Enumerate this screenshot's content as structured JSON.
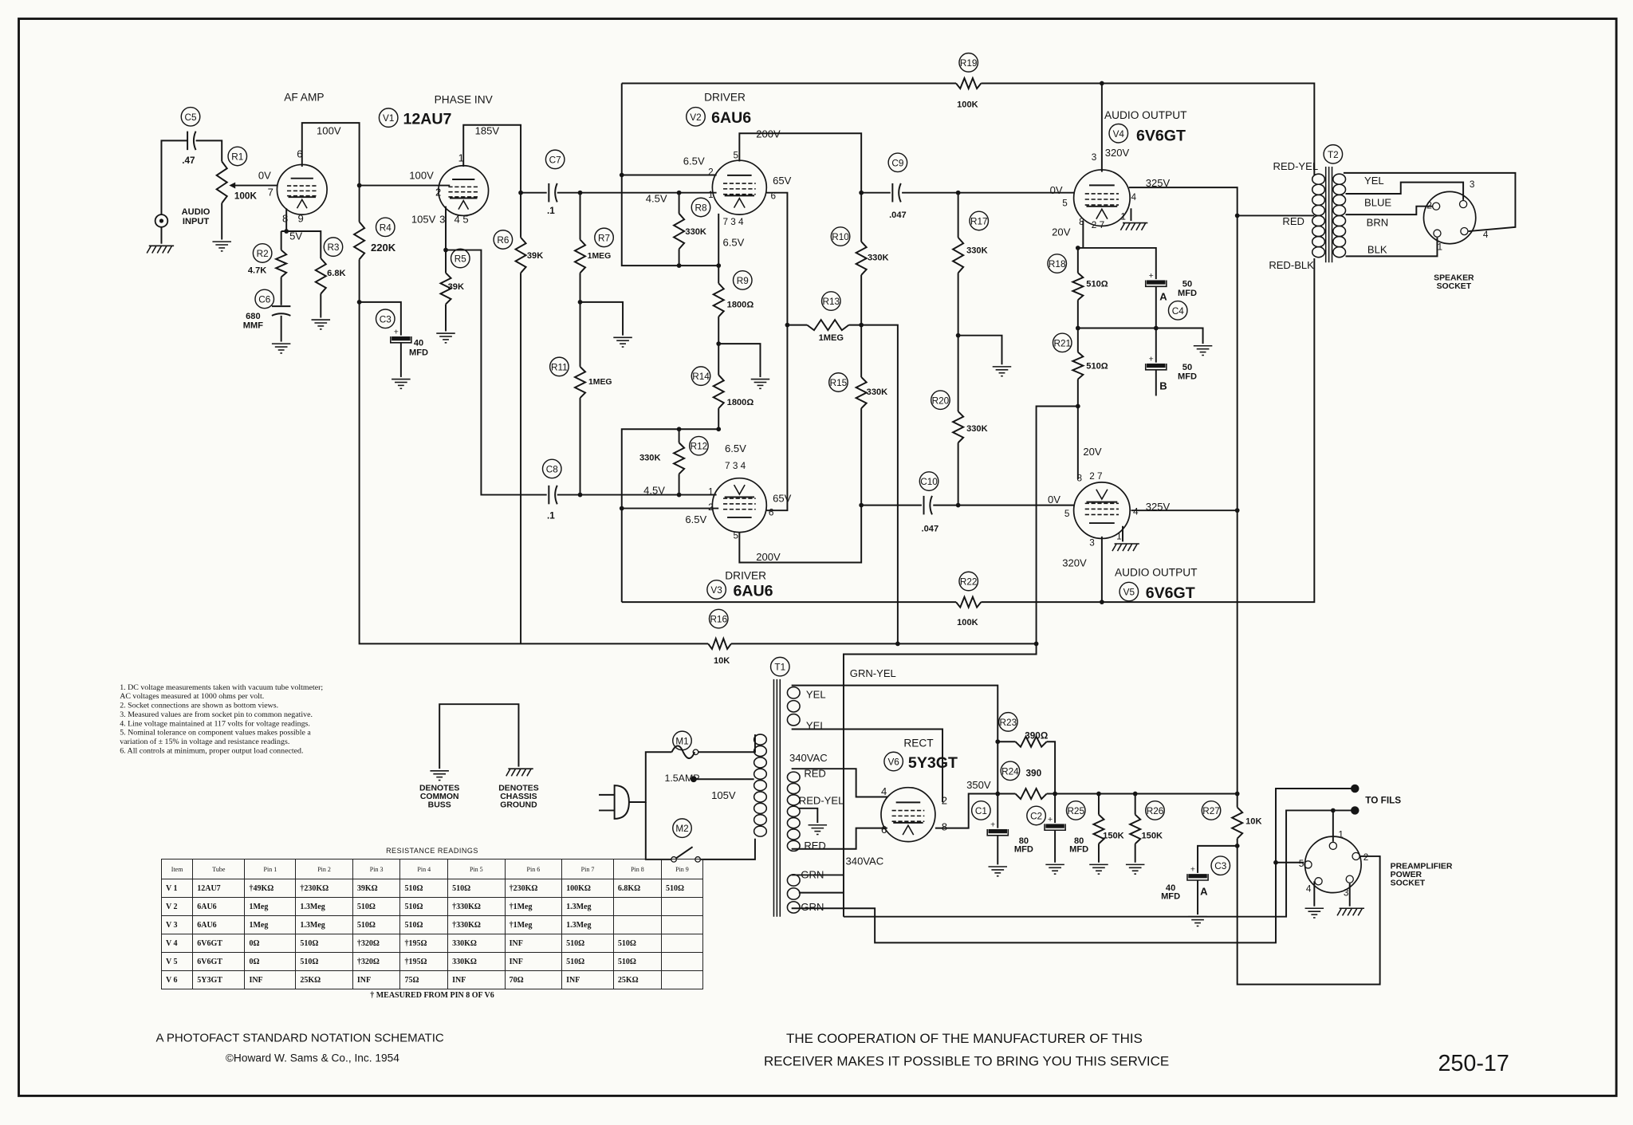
{
  "designators": {
    "C5": "C5",
    "R1": "R1",
    "R2": "R2",
    "R3": "R3",
    "C6": "C6",
    "R4": "R4",
    "C3": "C3",
    "R5": "R5",
    "R6": "R6",
    "C7": "C7",
    "R7": "R7",
    "R8": "R8",
    "R9": "R9",
    "R10": "R10",
    "R11": "R11",
    "R13": "R13",
    "R14": "R14",
    "R15": "R15",
    "R12": "R12",
    "C8": "C8",
    "R19": "R19",
    "C9": "C9",
    "R17": "R17",
    "R18": "R18",
    "C4": "C4",
    "R21": "R21",
    "R20": "R20",
    "C10": "C10",
    "R22": "R22",
    "R16": "R16",
    "T2": "T2",
    "T1": "T1",
    "M1": "M1",
    "M2": "M2",
    "R23": "R23",
    "R24": "R24",
    "C1": "C1",
    "C2": "C2",
    "R25": "R25",
    "R26": "R26",
    "R27": "R27",
    "C3b": "C3",
    "V1": "V1",
    "V2": "V2",
    "V3": "V3",
    "V4": "V4",
    "V5": "V5",
    "V6": "V6"
  },
  "labels": {
    "af_amp": "AF AMP",
    "phase_inv": "PHASE INV",
    "v1_type": "12AU7",
    "driver_top": "DRIVER",
    "v2_type": "6AU6",
    "audio_output_top": "AUDIO OUTPUT",
    "v4_type": "6V6GT",
    "driver_bottom": "DRIVER",
    "v3_type": "6AU6",
    "audio_output_bottom": "AUDIO OUTPUT",
    "v5_type": "6V6GT",
    "rect": "RECT",
    "v6_type": "5Y3GT",
    "c5_val": ".47",
    "r1_val": "100K",
    "audio": "AUDIO",
    "input": "INPUT",
    "v1a_grid": "0V",
    "v1a_plate": "100V",
    "v1a_cath": "5V",
    "r2_val": "4.7K",
    "r3_val": "6.8K",
    "c6_val1": "680",
    "c6_val2": "MMF",
    "r4_val": "220K",
    "c3_val1": "40",
    "c3_val2": "MFD",
    "v1b_grid": "100V",
    "v1b_plate": "185V",
    "v1b_cath": "105V",
    "r5_val": "39K",
    "r6_val": "39K",
    "c7_val": ".1",
    "r7_val": "1MEG",
    "r11_val": "1MEG",
    "c8_val": ".1",
    "v2_g2": "6.5V",
    "v2_g1": "4.5V",
    "r8_val": "330K",
    "v2_plate": "65V",
    "v2_cath": "6.5V",
    "v2_screen": "200V",
    "r9_val": "1800Ω",
    "r10_val": "330K",
    "r13_val": "1MEG",
    "r15_val": "330K",
    "r14_val": "1800Ω",
    "r12_val": "330K",
    "v3_cath": "6.5V",
    "v3_g1": "4.5V",
    "v3_plate": "65V",
    "v3_g2": "6.5V",
    "v3_screen": "200V",
    "r19_val": "100K",
    "c9_val": ".047",
    "r17_val": "330K",
    "r20_val": "330K",
    "c10_val": ".047",
    "r22_val": "100K",
    "r16_val": "10K",
    "v4_plate": "320V",
    "v4_grid": "0V",
    "v4_screen": "325V",
    "v4_cath": "20V",
    "r18_val": "510Ω",
    "c4a_val1": "50",
    "c4a_val2": "MFD",
    "c4a_sec": "A",
    "r21_val": "510Ω",
    "c4b_val1": "50",
    "c4b_val2": "MFD",
    "c4b_sec": "B",
    "v5_cath": "20V",
    "v5_grid": "0V",
    "v5_screen": "325V",
    "v5_plate": "320V",
    "t2_red_yel": "RED-YEL",
    "t2_red": "RED",
    "t2_red_blk": "RED-BLK",
    "t2_yel": "YEL",
    "t2_blue": "BLUE",
    "t2_brn": "BRN",
    "t2_blk": "BLK",
    "speaker": "SPEAKER",
    "socket": "SOCKET",
    "grn_yel": "GRN-YEL",
    "t1_yel1": "YEL",
    "t1_yel2": "YEL",
    "t1_340vac1": "340VAC",
    "t1_red1": "RED",
    "t1_red_yel": "RED-YEL",
    "t1_red2": "RED",
    "t1_340vac2": "340VAC",
    "t1_grn1": "GRN",
    "t1_grn2": "GRN",
    "fuse": "1.5AMP",
    "tap105": "105V",
    "b350": "350V",
    "r23_val": "390Ω",
    "r24_val": "390",
    "c1_val1": "80",
    "c1_val2": "MFD",
    "c2_val1": "80",
    "c2_val2": "MFD",
    "r25_val": "150K",
    "r26_val": "150K",
    "r27_val": "10K",
    "c3b_val1": "40",
    "c3b_val2": "MFD",
    "c3b_sec": "A",
    "to_fils": "TO FILS",
    "preamp1": "PREAMPLIFIER",
    "preamp2": "POWER",
    "preamp3": "SOCKET",
    "leg_denotes1": "DENOTES",
    "leg_common": "COMMON",
    "leg_buss": "BUSS",
    "leg_denotes2": "DENOTES",
    "leg_chassis": "CHASSIS",
    "leg_ground": "GROUND",
    "p_v1a_6": "6",
    "p_v1a_7": "7",
    "p_v1a_8": "8",
    "p_v1a_9": "9",
    "p_v1b_1": "1",
    "p_v1b_2": "2",
    "p_v1b_3": "3",
    "p_v1b_45": "4 5",
    "p_v2_5": "5",
    "p_v2_2": "2",
    "p_v2_1": "1",
    "p_v2_6": "6",
    "p_v2_734": "7 3 4",
    "p_v3_734": "7 3 4",
    "p_v3_1": "1",
    "p_v3_2": "2",
    "p_v3_6": "6",
    "p_v3_5": "5",
    "p_v4_3": "3",
    "p_v4_5": "5",
    "p_v4_4": "4",
    "p_v4_8": "8",
    "p_v4_27": "2 7",
    "p_v4_1": "1",
    "p_v5_8": "8",
    "p_v5_27": "2 7",
    "p_v5_5": "5",
    "p_v5_4": "4",
    "p_v5_3": "3",
    "p_v5_1": "1",
    "p_v6_4": "4",
    "p_v6_6": "6",
    "p_v6_2": "2",
    "p_v6_8": "8",
    "p_spk_3": "3",
    "p_spk_2": "2",
    "p_spk_4": "4",
    "p_spk_1": "1",
    "p_pre_1": "1",
    "p_pre_2": "2",
    "p_pre_3": "3",
    "p_pre_4": "4",
    "p_pre_5": "5"
  },
  "notes": [
    "1.  DC voltage measurements taken with vacuum tube voltmeter;",
    "     AC voltages measured at 1000 ohms per volt.",
    "2.  Socket connections are shown as bottom views.",
    "3.  Measured values are from socket pin to common negative.",
    "4.  Line voltage maintained at 117 volts for voltage readings.",
    "5.  Nominal tolerance on component values makes possible a",
    "     variation of ± 15% in voltage and resistance readings.",
    "6.  All controls at minimum, proper output load connected."
  ],
  "resistance_table": {
    "title": "RESISTANCE READINGS",
    "headers": [
      "Item",
      "Tube",
      "Pin 1",
      "Pin 2",
      "Pin 3",
      "Pin 4",
      "Pin 5",
      "Pin 6",
      "Pin 7",
      "Pin 8",
      "Pin 9"
    ],
    "rows": [
      [
        "V 1",
        "12AU7",
        "†49KΩ",
        "†230KΩ",
        "39KΩ",
        "510Ω",
        "510Ω",
        "†230KΩ",
        "100KΩ",
        "6.8KΩ",
        "510Ω"
      ],
      [
        "V 2",
        "6AU6",
        "1Meg",
        "1.3Meg",
        "510Ω",
        "510Ω",
        "†330KΩ",
        "†1Meg",
        "1.3Meg",
        "",
        ""
      ],
      [
        "V 3",
        "6AU6",
        "1Meg",
        "1.3Meg",
        "510Ω",
        "510Ω",
        "†330KΩ",
        "†1Meg",
        "1.3Meg",
        "",
        ""
      ],
      [
        "V 4",
        "6V6GT",
        "0Ω",
        "510Ω",
        "†320Ω",
        "†195Ω",
        "330KΩ",
        "INF",
        "510Ω",
        "510Ω",
        ""
      ],
      [
        "V 5",
        "6V6GT",
        "0Ω",
        "510Ω",
        "†320Ω",
        "†195Ω",
        "330KΩ",
        "INF",
        "510Ω",
        "510Ω",
        ""
      ],
      [
        "V 6",
        "5Y3GT",
        "INF",
        "25KΩ",
        "INF",
        "75Ω",
        "INF",
        "70Ω",
        "INF",
        "25KΩ",
        ""
      ]
    ],
    "footnote": "† MEASURED FROM PIN 8 OF V6"
  },
  "footer": {
    "photofact": "A PHOTOFACT STANDARD NOTATION SCHEMATIC",
    "copyright": "©Howard W. Sams & Co., Inc. 1954",
    "cooperation1": "THE COOPERATION OF THE MANUFACTURER OF THIS",
    "cooperation2": "RECEIVER MAKES IT POSSIBLE TO BRING YOU THIS SERVICE",
    "page_number": "250-17"
  },
  "colors": {
    "ink": "#151515",
    "paper": "#fbfbf7"
  }
}
